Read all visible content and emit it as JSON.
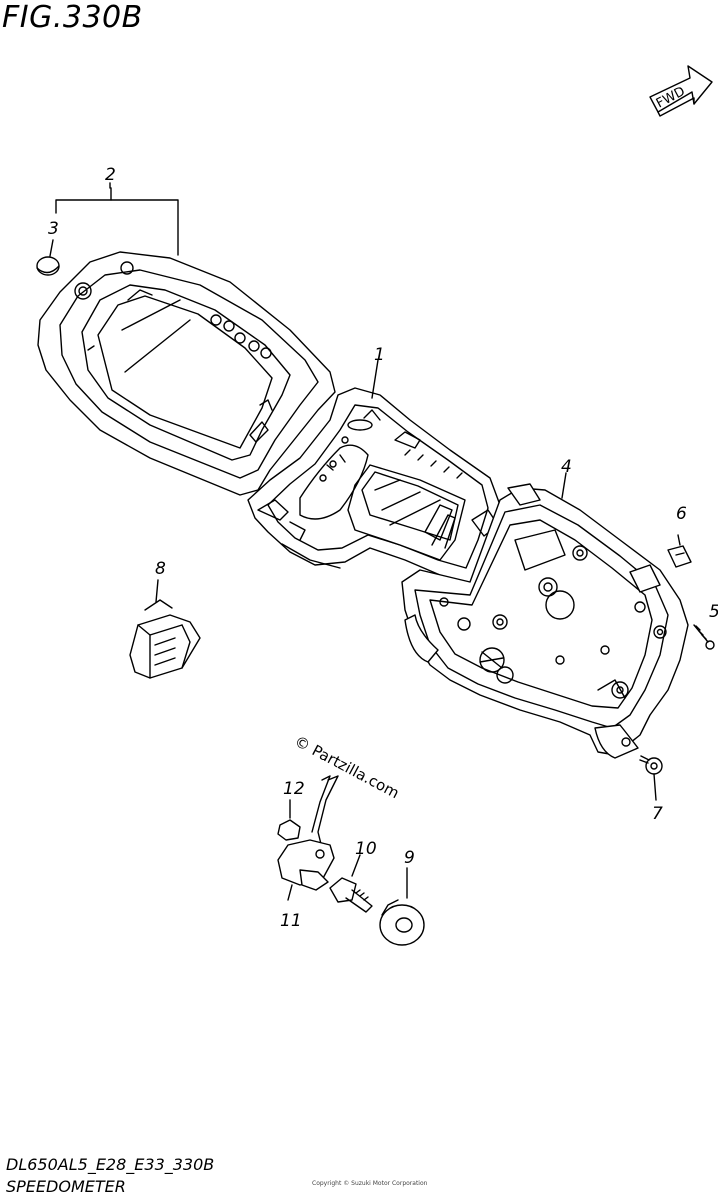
{
  "figure": {
    "title": "FIG.330B",
    "fwd_label": "FWD"
  },
  "callouts": {
    "c1": "1",
    "c2": "2",
    "c3": "3",
    "c4": "4",
    "c5": "5",
    "c6": "6",
    "c7": "7",
    "c8": "8",
    "c9": "9",
    "c10": "10",
    "c11": "11",
    "c12": "12"
  },
  "watermark": "© Partzilla.com",
  "footer": {
    "model_code": "DL650AL5_E28_E33_330B",
    "section_name": "SPEEDOMETER"
  },
  "fine_print": "Copyright © Suzuki Motor Corporation"
}
